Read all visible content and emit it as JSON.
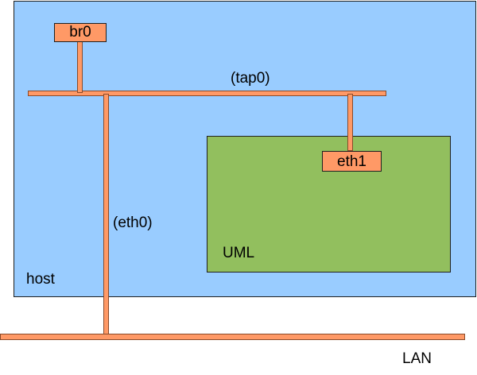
{
  "diagram": {
    "regions": {
      "host": {
        "label": "host",
        "color": "#99ccff"
      },
      "uml": {
        "label": "UML",
        "color": "#92bf5e"
      }
    },
    "interfaces": {
      "br0": "br0",
      "eth1": "eth1"
    },
    "link_labels": {
      "tap0": "(tap0)",
      "eth0": "(eth0)"
    },
    "network": {
      "lan": "LAN"
    },
    "colors": {
      "interface_fill": "#ff9966",
      "link": "#ff9966",
      "border": "#1f1f1f"
    }
  }
}
